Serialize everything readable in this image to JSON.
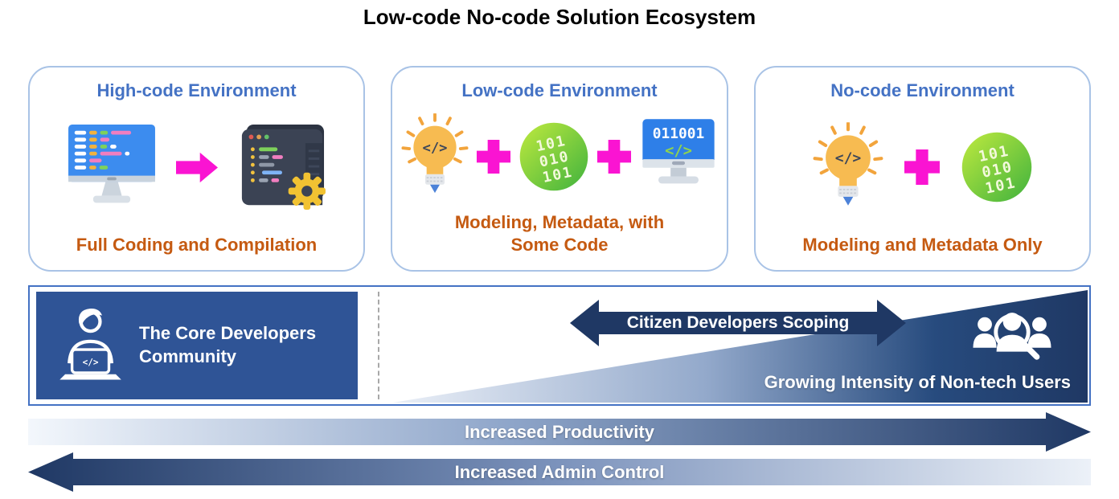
{
  "title": "Low-code No-code Solution Ecosystem",
  "cards": [
    {
      "title": "High-code Environment",
      "caption": "Full Coding and Compilation"
    },
    {
      "title": "Low-code Environment",
      "caption": "Modeling, Metadata, with Some Code"
    },
    {
      "title": "No-code Environment",
      "caption": "Modeling and Metadata Only"
    }
  ],
  "icon_text": {
    "bulb_glyph": "</>",
    "ball_rows": [
      "101",
      "010",
      "101"
    ],
    "monitor_binary": "011001",
    "monitor_glyph": "</>",
    "laptop_glyph": "</>"
  },
  "band": {
    "core_label": "The Core Developers Community",
    "citizen_label": "Citizen Developers Scoping",
    "growing_label": "Growing Intensity of Non-tech Users"
  },
  "bottom_arrows": {
    "productivity": "Increased Productivity",
    "admin": "Increased Admin Control"
  },
  "icons": [
    "source-code-monitor-icon",
    "transform-arrow-icon",
    "compiled-app-gear-icon",
    "idea-code-bulb-icon",
    "plus-icon",
    "binary-ball-icon",
    "binary-monitor-icon",
    "developer-laptop-icon",
    "non-tech-users-magnifier-icon"
  ],
  "colors": {
    "heading_blue": "#4472C4",
    "caption_orange": "#C55A11",
    "magenta": "#FA14D2",
    "navy": "#1F3864",
    "core_blue": "#2F5496",
    "card_border": "#A9C3E6",
    "band_border": "#4472C4",
    "green_light": "#C0EA3E",
    "green_dark": "#3FB23E",
    "bulb_amber": "#F7BB51",
    "title_black": "#000000"
  }
}
